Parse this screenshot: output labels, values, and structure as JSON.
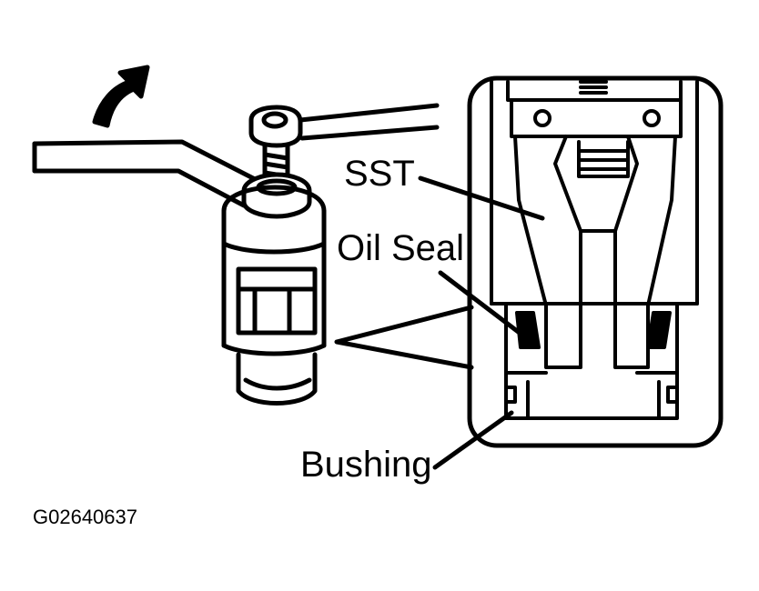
{
  "labels": {
    "sst": "SST",
    "oil_seal": "Oil Seal",
    "bushing": "Bushing",
    "figure_code": "G02640637"
  },
  "colors": {
    "ink": "#000000",
    "paper": "#ffffff"
  }
}
